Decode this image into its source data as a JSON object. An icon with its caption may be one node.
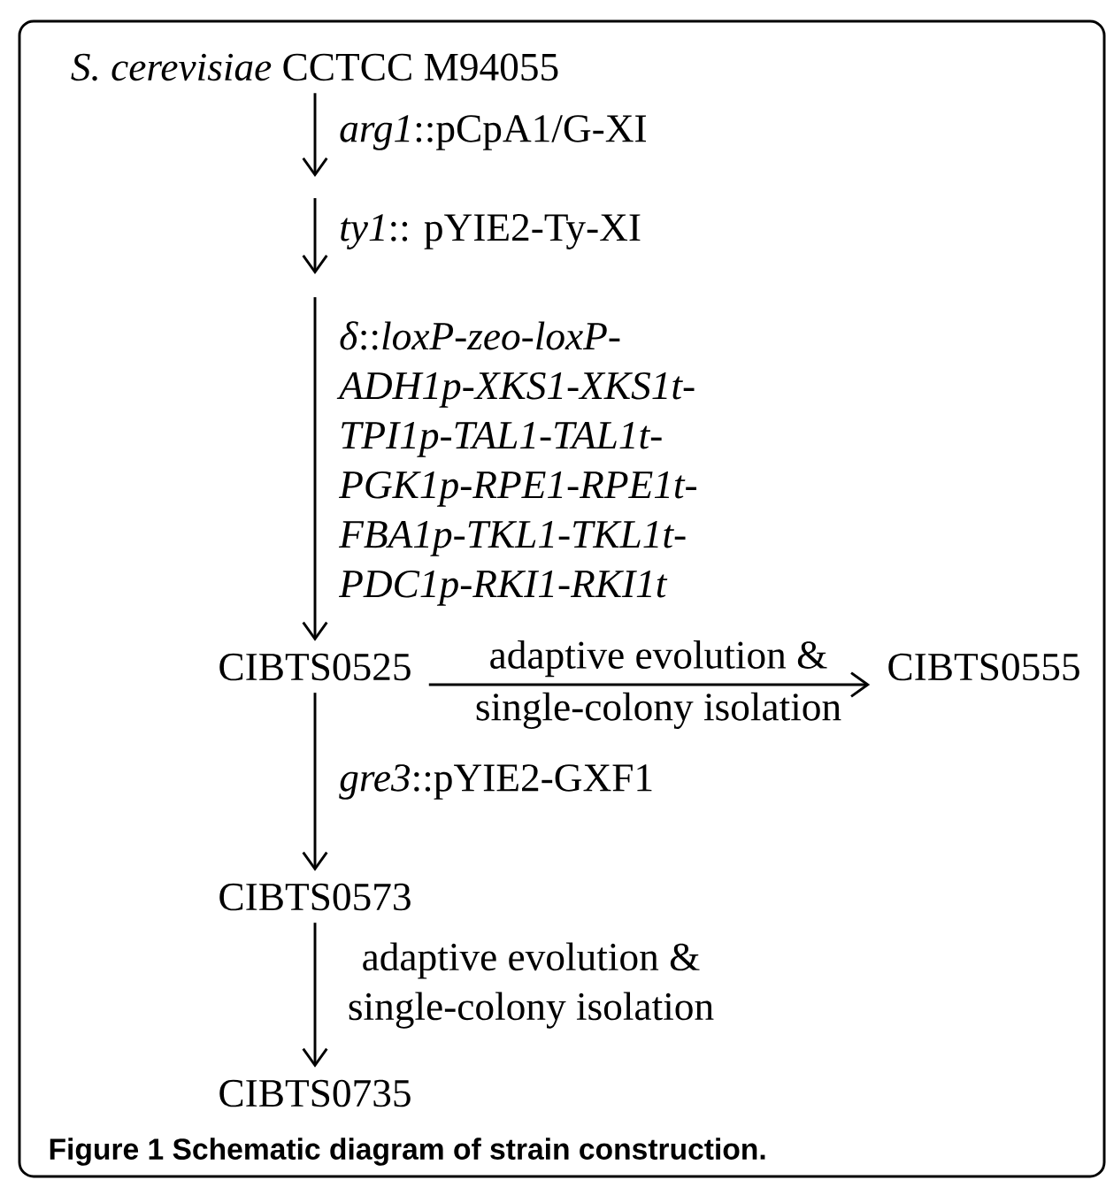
{
  "diagram": {
    "caption": "Figure 1 Schematic diagram of strain construction.",
    "nodes": [
      {
        "text": [
          "*S. cerevisiae* CCTCC M94055"
        ]
      },
      {
        "text": [
          "CIBTS0525"
        ]
      },
      {
        "text": [
          "CIBTS0555"
        ]
      },
      {
        "text": [
          "CIBTS0573"
        ]
      },
      {
        "text": [
          "CIBTS0735"
        ]
      }
    ],
    "edges": [
      {
        "from": 0,
        "to": null,
        "arrow": "to",
        "label": "*arg1*::pCpA1/G-XI"
      },
      {
        "from": null,
        "to": 1,
        "arrow": "to",
        "label": "*δ*::*loxP-zeo-loxP- ADH1p-XKS1-XKS1t- TPI1p-TAL1-TAL1t- PGK1p-RPE1-RPE1t- FBA1p-TKL1-TKL1t- PDC1p-RKI1-RKI1t*"
      },
      {
        "from": 1,
        "to": 2,
        "arrow": "to",
        "label": "adaptive evolution & single-colony isolation"
      },
      {
        "from": 1,
        "to": 3,
        "arrow": "to",
        "label": "*gre3*::pYIE2-GXF1"
      },
      {
        "from": 3,
        "to": 4,
        "arrow": "to",
        "label": "adaptive evolution & single-colony isolation"
      }
    ],
    "labels": [
      "*ty1*:: pYIE2-Ty-XI"
    ]
  }
}
